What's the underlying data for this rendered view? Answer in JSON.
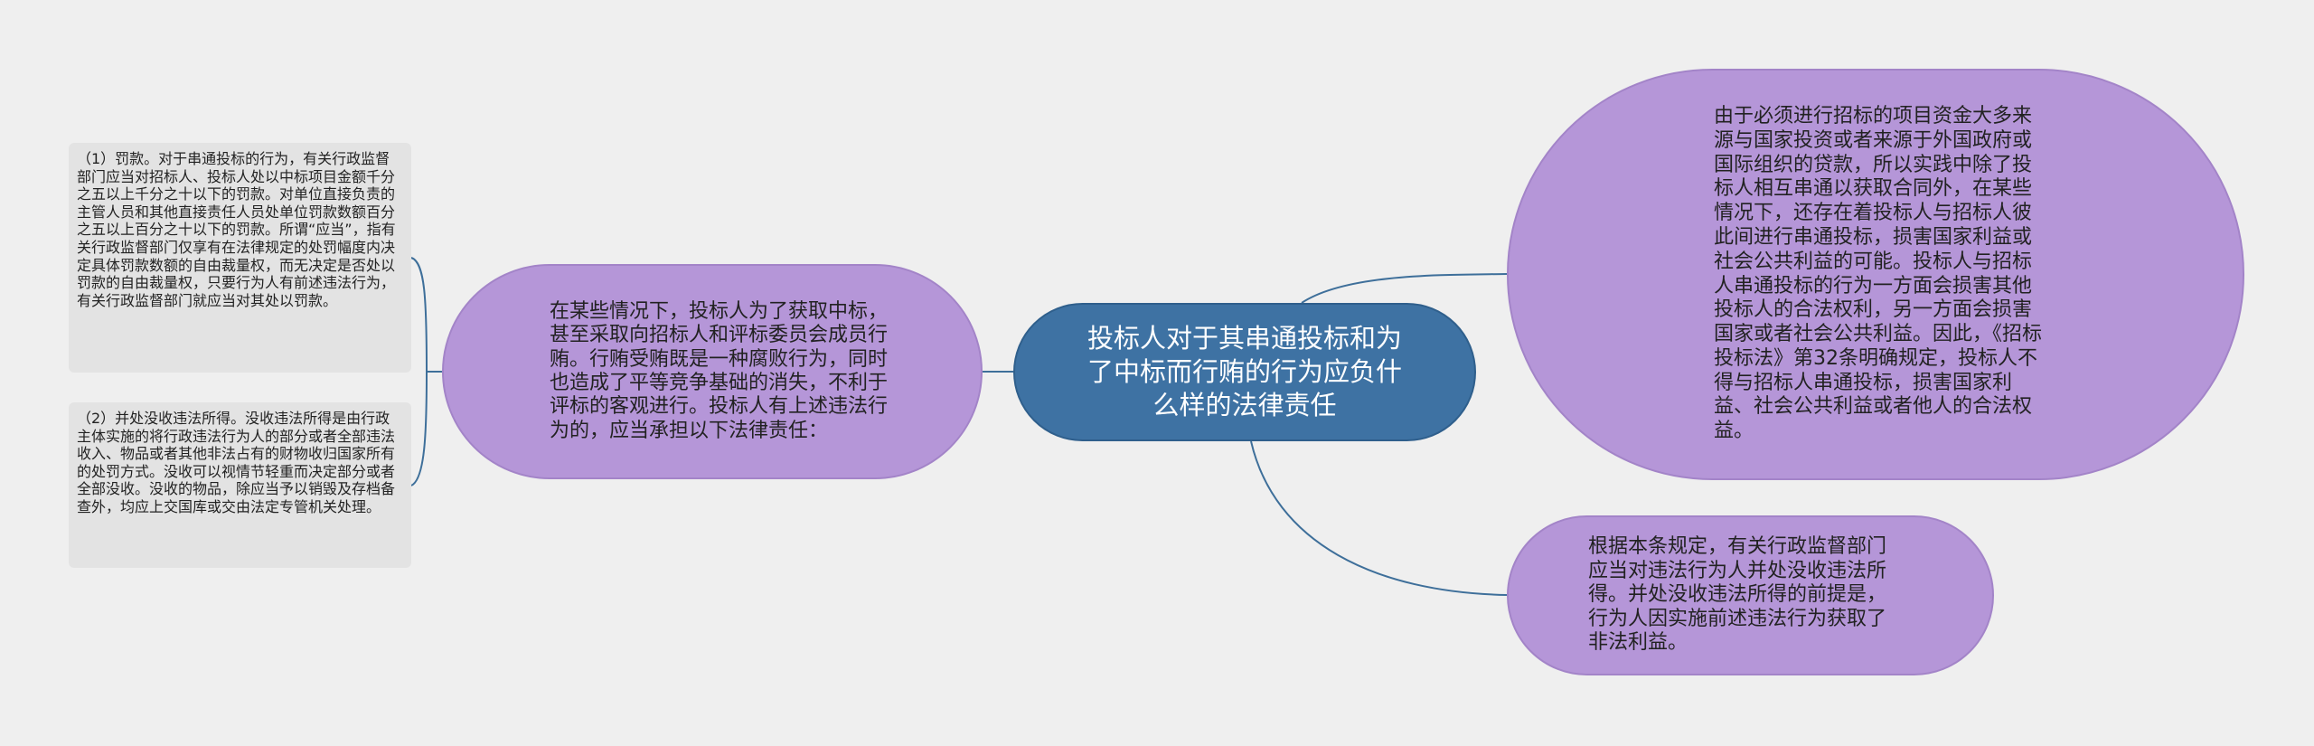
{
  "mindmap": {
    "center": {
      "text": "投标人对于其串通投标和为了中标而行贿的行为应负什么样的法律责任"
    },
    "left_branch": {
      "text": "在某些情况下，投标人为了获取中标，甚至采取向招标人和评标委员会成员行贿。行贿受贿既是一种腐败行为，同时也造成了平等竞争基础的消失，不利于评标的客观进行。投标人有上述违法行为的，应当承担以下法律责任："
    },
    "left_leaves": [
      {
        "text": "（1）罚款。对于串通投标的行为，有关行政监督部门应当对招标人、投标人处以中标项目金额千分之五以上千分之十以下的罚款。对单位直接负责的主管人员和其他直接责任人员处单位罚款数额百分之五以上百分之十以下的罚款。所谓“应当”，指有关行政监督部门仅享有在法律规定的处罚幅度内决定具体罚款数额的自由裁量权，而无决定是否处以罚款的自由裁量权，只要行为人有前述违法行为，有关行政监督部门就应当对其处以罚款。"
      },
      {
        "text": "（2）并处没收违法所得。没收违法所得是由行政主体实施的将行政违法行为人的部分或者全部违法收入、物品或者其他非法占有的财物收归国家所有的处罚方式。没收可以视情节轻重而决定部分或者全部没收。没收的物品，除应当予以销毁及存档备查外，均应上交国库或交由法定专管机关处理。"
      }
    ],
    "right_branches": [
      {
        "text": "由于必须进行招标的项目资金大多来源与国家投资或者来源于外国政府或国际组织的贷款，所以实践中除了投标人相互串通以获取合同外，在某些情况下，还存在着投标人与招标人彼此间进行串通投标，损害国家利益或社会公共利益的可能。投标人与招标人串通投标的行为一方面会损害其他投标人的合法权利，另一方面会损害国家或者社会公共利益。因此，《招标投标法》第32条明确规定，投标人不得与招标人串通投标，损害国家利益、社会公共利益或者他人的合法权益。"
      },
      {
        "text": "根据本条规定，有关行政监督部门应当对违法行为人并处没收违法所得。并处没收违法所得的前提是，行为人因实施前述违法行为获取了非法利益。"
      }
    ],
    "colors": {
      "background": "#efefef",
      "center_fill": "#3e72a3",
      "branch_fill": "#b596d8",
      "leaf_fill": "#e3e3e3",
      "connector": "#3e6f9a"
    }
  }
}
